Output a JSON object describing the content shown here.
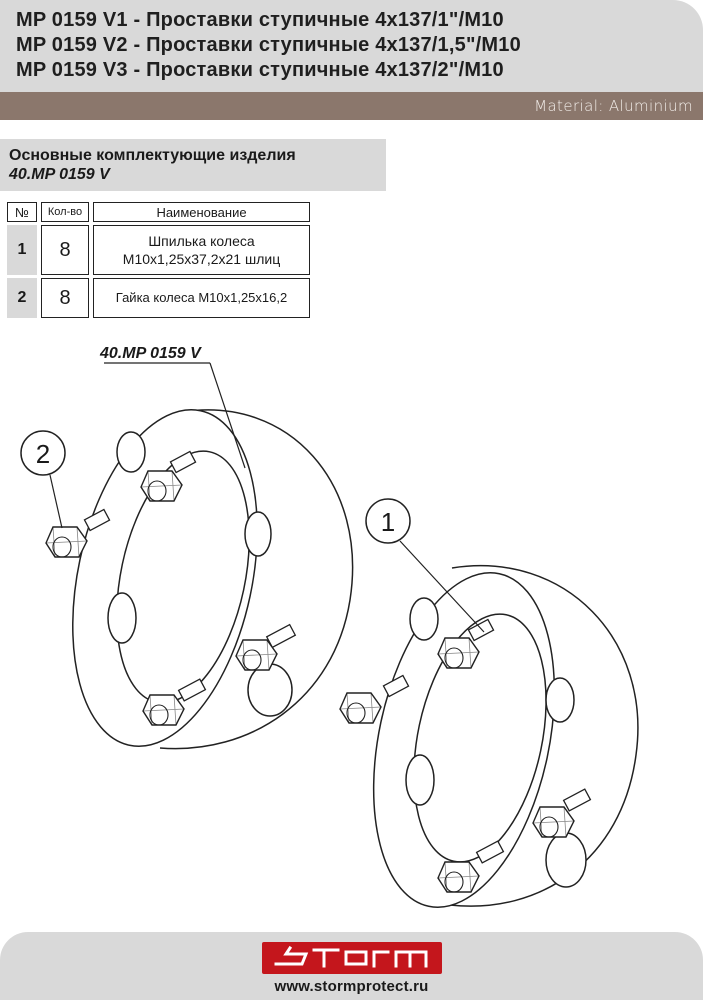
{
  "header": {
    "lines": [
      "MP 0159 V1 - Проставки ступичные 4x137/1\"/M10",
      "MP 0159 V2 - Проставки ступичные 4x137/1,5\"/M10",
      "MP 0159 V3 - Проставки ступичные 4x137/2\"/M10"
    ],
    "material": "Material: Aluminium"
  },
  "kit": {
    "title": "Основные комплектующие изделия",
    "code": "40.MP 0159 V"
  },
  "table": {
    "headers": {
      "num": "№",
      "qty": "Кол-во",
      "name": "Наименование"
    },
    "rows": [
      {
        "num": "1",
        "qty": "8",
        "name_line1": "Шпилька колеса",
        "name_line2": "M10x1,25x37,2x21 шлиц"
      },
      {
        "num": "2",
        "qty": "8",
        "name_line1": "Гайка колеса M10x1,25x16,2",
        "name_line2": ""
      }
    ]
  },
  "drawing": {
    "assembly_label": "40.MP 0159 V",
    "callout_1": "1",
    "callout_2": "2"
  },
  "footer": {
    "logo_text": "storm",
    "website": "www.stormprotect.ru"
  },
  "colors": {
    "header_bg": "#d9d9d9",
    "material_band": "#8b776c",
    "logo_red": "#c4161c"
  }
}
